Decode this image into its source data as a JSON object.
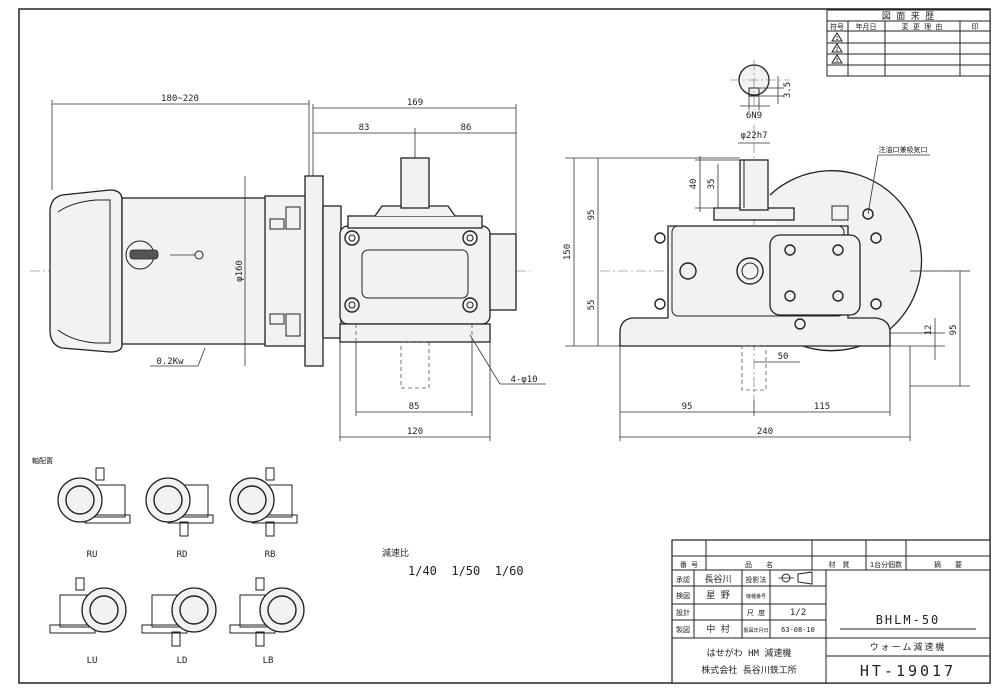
{
  "revision_table": {
    "title": "図 面 来 歴",
    "headers": [
      "符号",
      "年月日",
      "変 更 理 由",
      "印"
    ],
    "symbols": [
      "1",
      "2",
      "3"
    ]
  },
  "dimensions": {
    "motor_length": "180~220",
    "overall_169": "169",
    "d83": "83",
    "d86": "86",
    "dia160": "φ160",
    "power": "0.2Kw",
    "d85": "85",
    "d120": "120",
    "holes": "4-φ10",
    "key_width": "6N9",
    "key_depth": "3.5",
    "shaft_dia": "φ22h7",
    "d40": "40",
    "d35": "35",
    "d95_upper": "95",
    "d150": "150",
    "d55": "55",
    "d12": "12",
    "d95_right": "95",
    "d50": "50",
    "d95_bottom": "95",
    "d115": "115",
    "d240": "240",
    "oil_label": "注油口兼吸気口"
  },
  "shaft_arrangement": {
    "title": "軸配置",
    "labels": [
      "RU",
      "RD",
      "RB",
      "LU",
      "LD",
      "LB"
    ]
  },
  "reduction_ratio": {
    "title": "減速比",
    "values": "1/40  1/50  1/60"
  },
  "title_block": {
    "headers": [
      "番 号",
      "品　　名",
      "材　質",
      "1台分個数",
      "摘　　要"
    ],
    "approved_label": "承認",
    "approved_name": "長谷川",
    "projection_label": "投影法",
    "checked_label": "検図",
    "checked_name": "星 野",
    "model_no_label": "機種番号",
    "design_label": "設計",
    "scale_label": "尺 度",
    "scale_value": "1/2",
    "drawn_label": "製図",
    "drawn_name": "中 村",
    "date_label": "製図年月日",
    "date_value": "63-08-10",
    "model": "BHLM-50",
    "product_name": "ウォーム減速機",
    "company_brand": "はせがわ HM 減速機",
    "company_name": "株式会社 長谷川鉄工所",
    "drawing_no": "HT-19017"
  }
}
